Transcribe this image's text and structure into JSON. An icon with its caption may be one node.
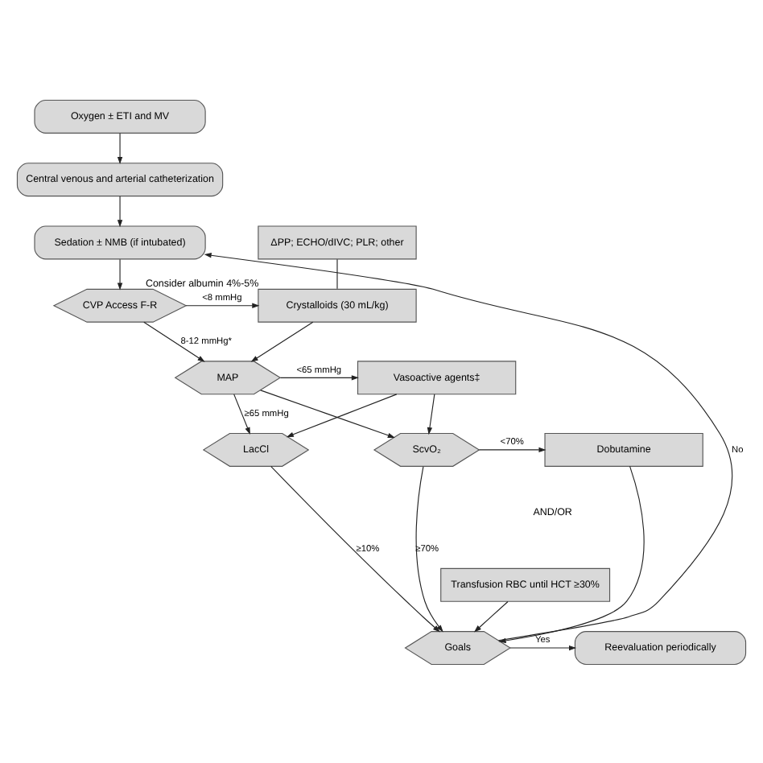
{
  "diagram": {
    "nodes": [
      {
        "text": [
          "Oxygen ± ETI and MV"
        ]
      },
      {
        "text": [
          "Central venous and arterial catheterization"
        ]
      },
      {
        "text": [
          "Sedation ± NMB (if intubated)"
        ]
      },
      {
        "text": [
          "ΔPP; ECHO/dIVC; PLR; other"
        ]
      },
      {
        "text": [
          "CVP Access F-R"
        ]
      },
      {
        "text": [
          "Crystalloids (30 mL/kg)"
        ],
        "beside": [
          "Consider albumin 4%-5%"
        ]
      },
      {
        "text": [
          "MAP"
        ]
      },
      {
        "text": [
          "Vasoactive agents‡"
        ]
      },
      {
        "text": [
          "LacCl"
        ]
      },
      {
        "text": [
          "ScvO₂"
        ]
      },
      {
        "text": [
          "Dobutamine"
        ]
      },
      {
        "text": [
          "Transfusion RBC until HCT ≥30%"
        ]
      },
      {
        "text": [
          "Goals"
        ]
      },
      {
        "text": [
          "Reevaluation periodically"
        ]
      }
    ],
    "edges": [
      {
        "from": 0,
        "to": 1,
        "arrow": "to"
      },
      {
        "from": 1,
        "to": 2,
        "arrow": "to"
      },
      {
        "from": 2,
        "to": 4,
        "arrow": "to"
      },
      {
        "from": 3,
        "to": 5,
        "arrow": "none"
      },
      {
        "from": 4,
        "to": 5,
        "arrow": "to",
        "label": "<8 mmHg"
      },
      {
        "from": 5,
        "to": 6,
        "arrow": "to"
      },
      {
        "from": 4,
        "to": 6,
        "arrow": "to",
        "label": "8-12 mmHg*"
      },
      {
        "from": 6,
        "to": 7,
        "arrow": "to",
        "label": "<65 mmHg"
      },
      {
        "from": 6,
        "to": 8,
        "arrow": "to",
        "label": "≥65 mmHg"
      },
      {
        "from": 6,
        "to": 9,
        "arrow": "to"
      },
      {
        "from": 7,
        "to": 8,
        "arrow": "to"
      },
      {
        "from": 7,
        "to": 9,
        "arrow": "to"
      },
      {
        "from": 9,
        "to": 10,
        "arrow": "to",
        "label": "<70%"
      },
      {
        "from": 8,
        "to": 12,
        "arrow": "to",
        "label": "≥10%"
      },
      {
        "from": 9,
        "to": 12,
        "arrow": "to",
        "label": "≥70%"
      },
      {
        "from": 10,
        "to": 12,
        "arrow": "to"
      },
      {
        "from": 11,
        "to": 12,
        "arrow": "to"
      },
      {
        "from": 12,
        "to": 2,
        "arrow": "to",
        "label": "No"
      },
      {
        "from": 12,
        "to": 13,
        "arrow": "to",
        "label": "Yes"
      }
    ],
    "labels": [
      "AND/OR"
    ]
  }
}
